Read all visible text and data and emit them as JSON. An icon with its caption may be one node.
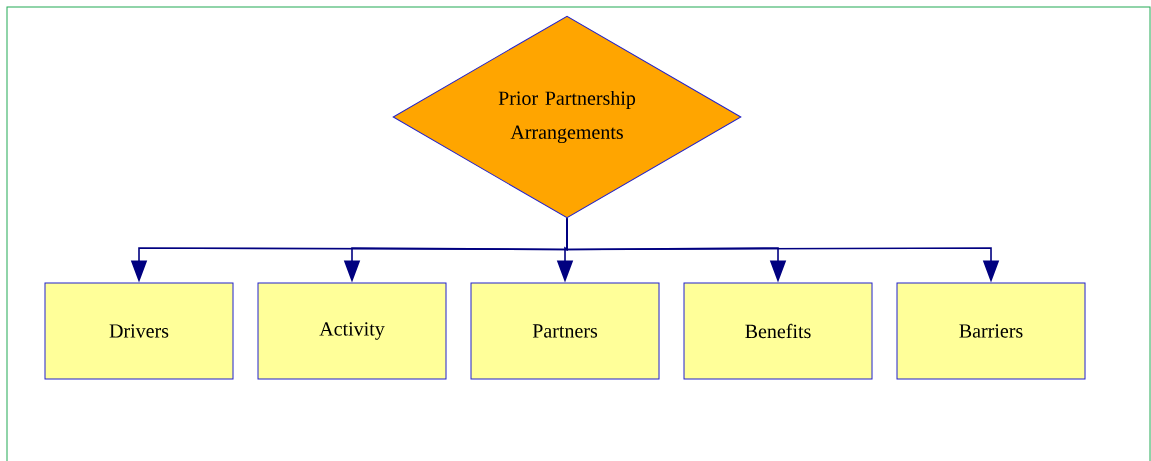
{
  "diagram": {
    "nodes": [
      {
        "text": [
          "Prior Partnership Arrangements"
        ]
      },
      {
        "text": [
          "Drivers"
        ]
      },
      {
        "text": [
          "Activity"
        ]
      },
      {
        "text": [
          "Partners"
        ]
      },
      {
        "text": [
          "Benefits"
        ]
      },
      {
        "text": [
          "Barriers"
        ]
      }
    ],
    "edges": [
      {
        "from": 0,
        "to": 1,
        "arrow": "to"
      },
      {
        "from": 0,
        "to": 2,
        "arrow": "to"
      },
      {
        "from": 0,
        "to": 3,
        "arrow": "to"
      },
      {
        "from": 0,
        "to": 4,
        "arrow": "to"
      },
      {
        "from": 0,
        "to": 5,
        "arrow": "to"
      }
    ]
  }
}
